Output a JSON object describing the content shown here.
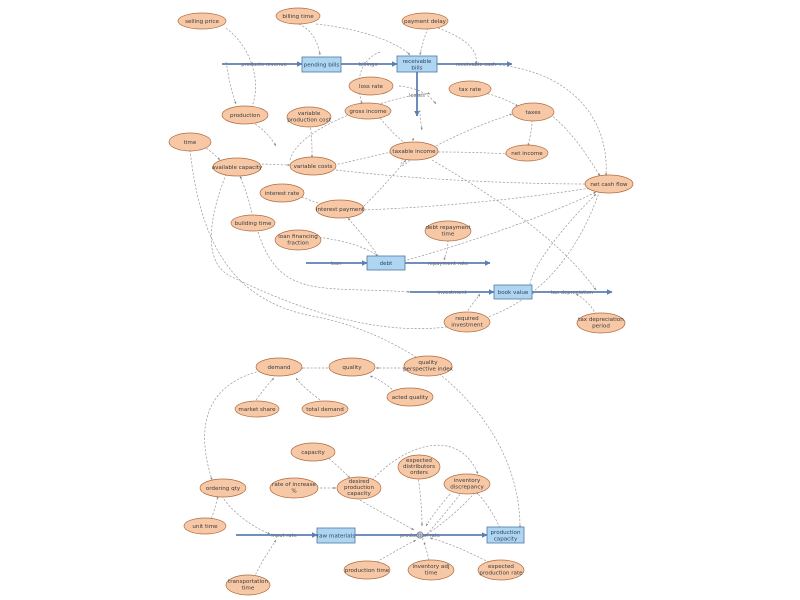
{
  "colors": {
    "aux_fill": "#f7c8a6",
    "aux_stroke": "#b06b3e",
    "stock_fill": "#aed6f1",
    "stock_stroke": "#4d76a6",
    "flow": "#5c7fb3",
    "link": "#9a9a9a"
  },
  "stocks": {
    "pending_bills": "pending bills",
    "receivable_bills": [
      "receivable",
      "bills"
    ],
    "debt": "debt",
    "book_value": "book value",
    "raw_materials": "raw materials",
    "production_capacity": [
      "production",
      "capacity"
    ]
  },
  "flows": {
    "products_revenue": "products revenue",
    "billings": "billings",
    "receivable_cash": "receivable cash",
    "losses": "losses",
    "loan": "loan",
    "repayment_rate": "repayment rate",
    "investment": "investment",
    "tax_depreciation": "tax depreciation",
    "input_rate": "input rate",
    "production_rate": "production rate"
  },
  "aux": {
    "selling_price": [
      "selling price"
    ],
    "billing_time": [
      "billing time"
    ],
    "payment_delay": [
      "payment delay"
    ],
    "loss_rate": [
      "loss rate"
    ],
    "gross_income": [
      "gross income"
    ],
    "tax_rate": [
      "tax rate"
    ],
    "taxes": [
      "taxes"
    ],
    "net_income": [
      "net income"
    ],
    "taxable_income": [
      "taxable income"
    ],
    "production": [
      "production"
    ],
    "variable_production_cost": [
      "variable",
      "production cost"
    ],
    "time": [
      "time"
    ],
    "available_capacity": [
      "available capacity"
    ],
    "variable_costs": [
      "variable costs"
    ],
    "net_cash_flow": [
      "net cash flow"
    ],
    "interest_rate": [
      "interest rate"
    ],
    "interest_payment": [
      "interest payment"
    ],
    "building_time": [
      "building time"
    ],
    "loan_financing_fraction": [
      "loan financing",
      "fraction"
    ],
    "debt_repayment_time": [
      "debt repayment",
      "time"
    ],
    "required_investment": [
      "required",
      "investment"
    ],
    "tax_depreciation_period": [
      "tax depreciation",
      "period"
    ],
    "demand": [
      "demand"
    ],
    "quality": [
      "quality"
    ],
    "quality_perspective_index": [
      "quality",
      "perspective index"
    ],
    "market_share": [
      "market share"
    ],
    "total_demand": [
      "total demand"
    ],
    "acted_quality": [
      "acted quality"
    ],
    "capacity": [
      "capacity"
    ],
    "expected_distributors_orders": [
      "expected",
      "distributors",
      "orders"
    ],
    "inventory_discrepancy": [
      "inventory",
      "discrepancy"
    ],
    "rate_of_increase": [
      "rate of increase",
      "%"
    ],
    "desired_production_capacity": [
      "desired",
      "production",
      "capacity"
    ],
    "ordering_qty": [
      "ordering qty"
    ],
    "unit_time": [
      "unit time"
    ],
    "transportation_time": [
      "transportation",
      "time"
    ],
    "production_time": [
      "production time"
    ],
    "inventory_adj_time": [
      "inventory adj",
      "time"
    ],
    "expected_production_rate": [
      "expected",
      "production rate"
    ]
  }
}
